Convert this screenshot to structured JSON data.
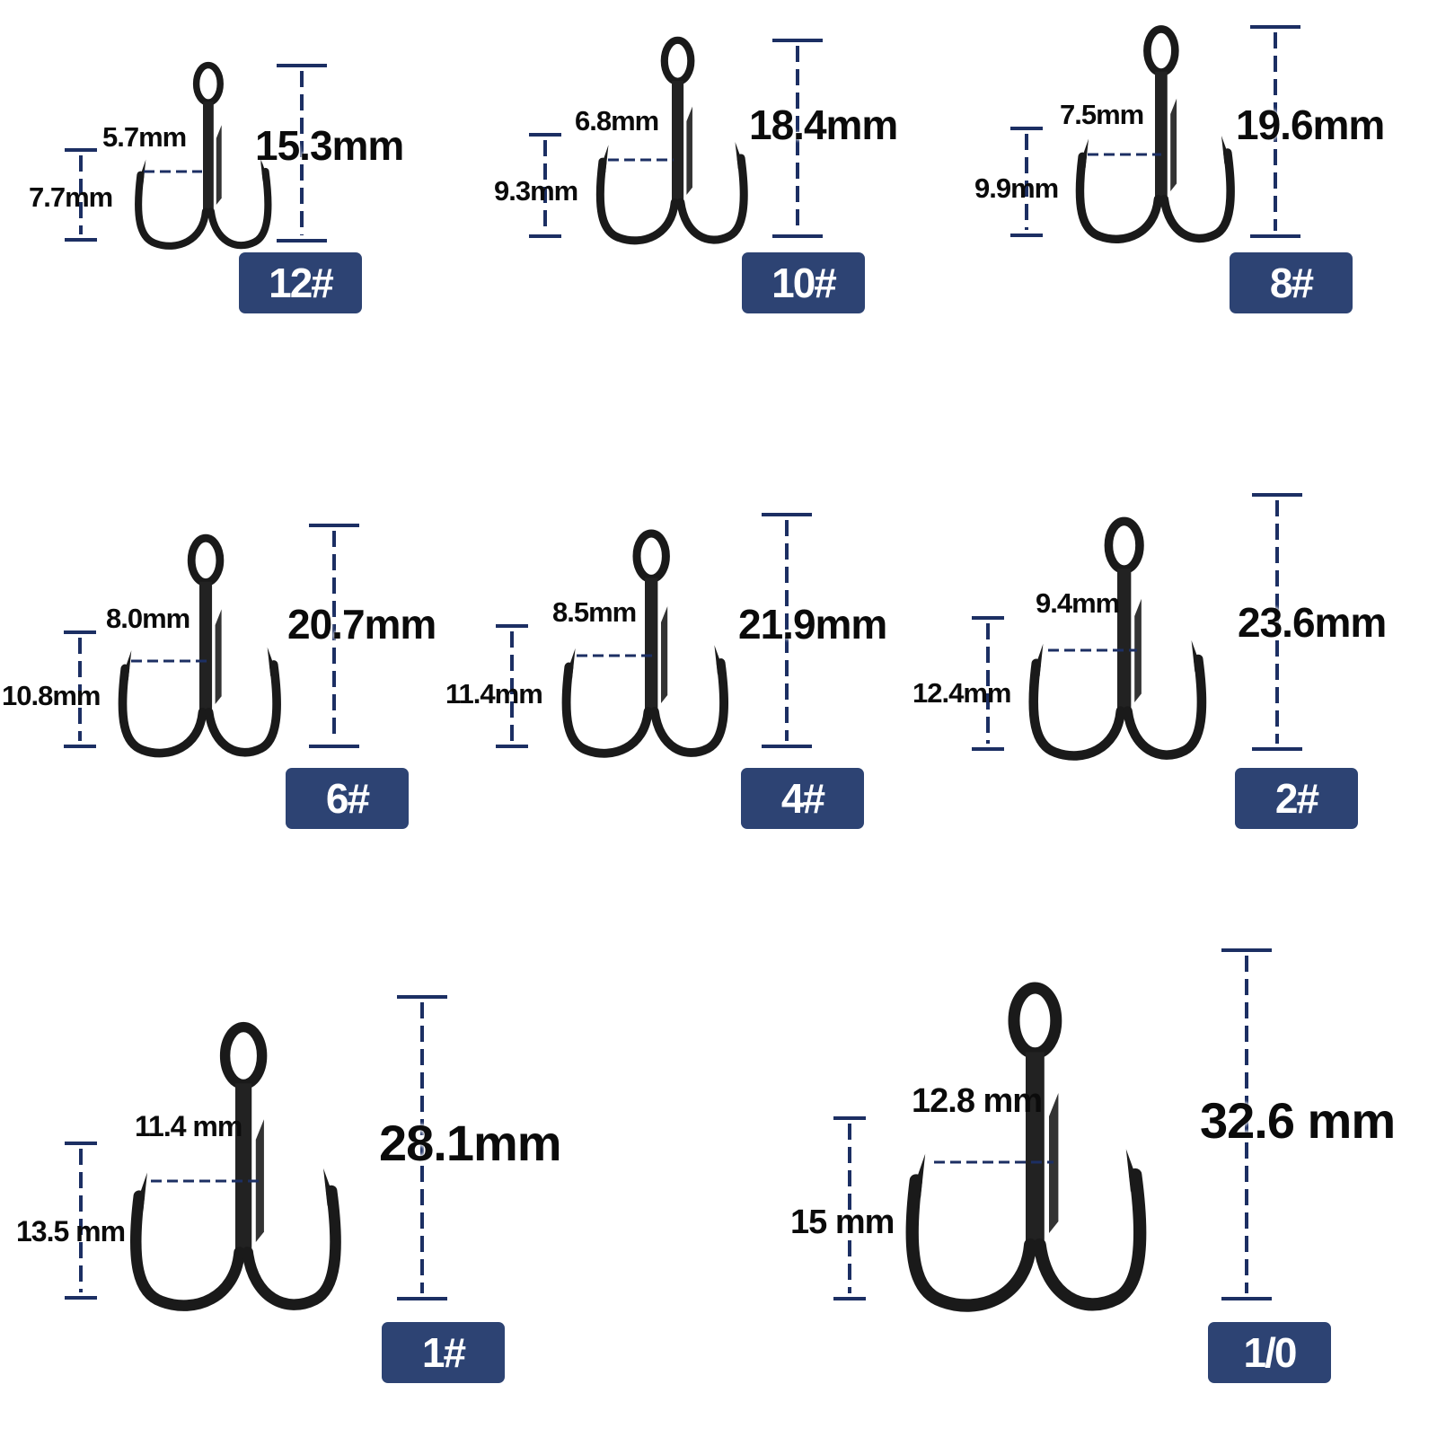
{
  "colors": {
    "badge": "#2d4373",
    "dimension_line": "#1c2f63",
    "hook": "#161616",
    "text": "#0b0b0b"
  },
  "hooks": [
    {
      "size": "12#",
      "height": "15.3mm",
      "gap": "5.7mm",
      "depth": "7.7mm"
    },
    {
      "size": "10#",
      "height": "18.4mm",
      "gap": "6.8mm",
      "depth": "9.3mm"
    },
    {
      "size": "8#",
      "height": "19.6mm",
      "gap": "7.5mm",
      "depth": "9.9mm"
    },
    {
      "size": "6#",
      "height": "20.7mm",
      "gap": "8.0mm",
      "depth": "10.8mm"
    },
    {
      "size": "4#",
      "height": "21.9mm",
      "gap": "8.5mm",
      "depth": "11.4mm"
    },
    {
      "size": "2#",
      "height": "23.6mm",
      "gap": "9.4mm",
      "depth": "12.4mm"
    },
    {
      "size": "1#",
      "height": "28.1mm",
      "gap": "11.4 mm",
      "depth": "13.5 mm"
    },
    {
      "size": "1/0",
      "height": "32.6 mm",
      "gap": "12.8 mm",
      "depth": "15 mm"
    }
  ]
}
